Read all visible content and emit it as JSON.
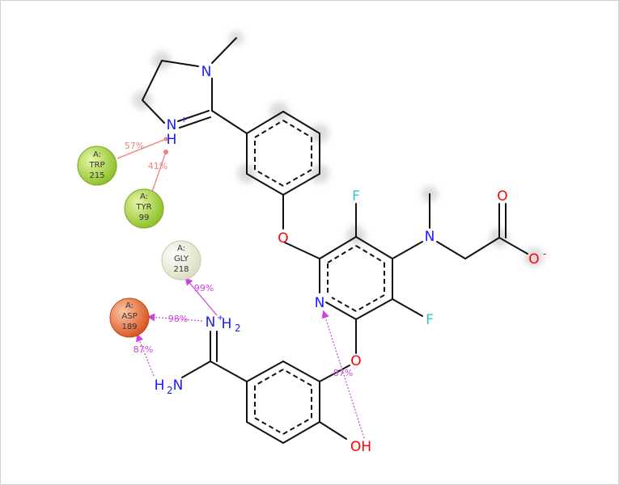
{
  "colors": {
    "carbon_bond": "#111111",
    "nitrogen": "#1a1aff",
    "oxygen": "#ff0000",
    "fluorine": "#2ec4c4",
    "hbond_side": "#f08080",
    "hbond_back": "#cc44dd",
    "trp_fill": "#9acd32",
    "tyr_fill": "#9acd32",
    "gly_fill": "#f2f2dc",
    "asp_fill": "#e8652a",
    "halo": "#c8c8c8"
  },
  "atoms": {
    "n_methyl": "N",
    "n_imid_plus": "N",
    "n_imid_plus_charge": "+",
    "n_imid_h": "H",
    "o_ether_top": "O",
    "f_top": "F",
    "n_amine": "N",
    "o_carbonyl": "O",
    "o_carboxylate": "O",
    "o_carboxylate_charge": "-",
    "n_pyridine": "N",
    "f_bottom": "F",
    "o_ether_bottom": "O",
    "amidinium_n": "N",
    "amidinium_charge": "+",
    "amidinium_h": "H",
    "amidinium_sub": "2",
    "amine_h": "H",
    "amine_sub": "2",
    "amine_n": "N",
    "hydroxyl": "OH"
  },
  "residues": [
    {
      "id": "trp",
      "chain": "A:",
      "name": "TRP",
      "number": "215"
    },
    {
      "id": "tyr",
      "chain": "A:",
      "name": "TYR",
      "number": "99"
    },
    {
      "id": "gly",
      "chain": "A:",
      "name": "GLY",
      "number": "218"
    },
    {
      "id": "asp",
      "chain": "A:",
      "name": "ASP",
      "number": "189"
    }
  ],
  "interactions": {
    "trp_57": "57%",
    "tyr_41": "41%",
    "gly_99": "99%",
    "asp_98": "98%",
    "asp_87": "87%",
    "oh_87": "87%"
  }
}
